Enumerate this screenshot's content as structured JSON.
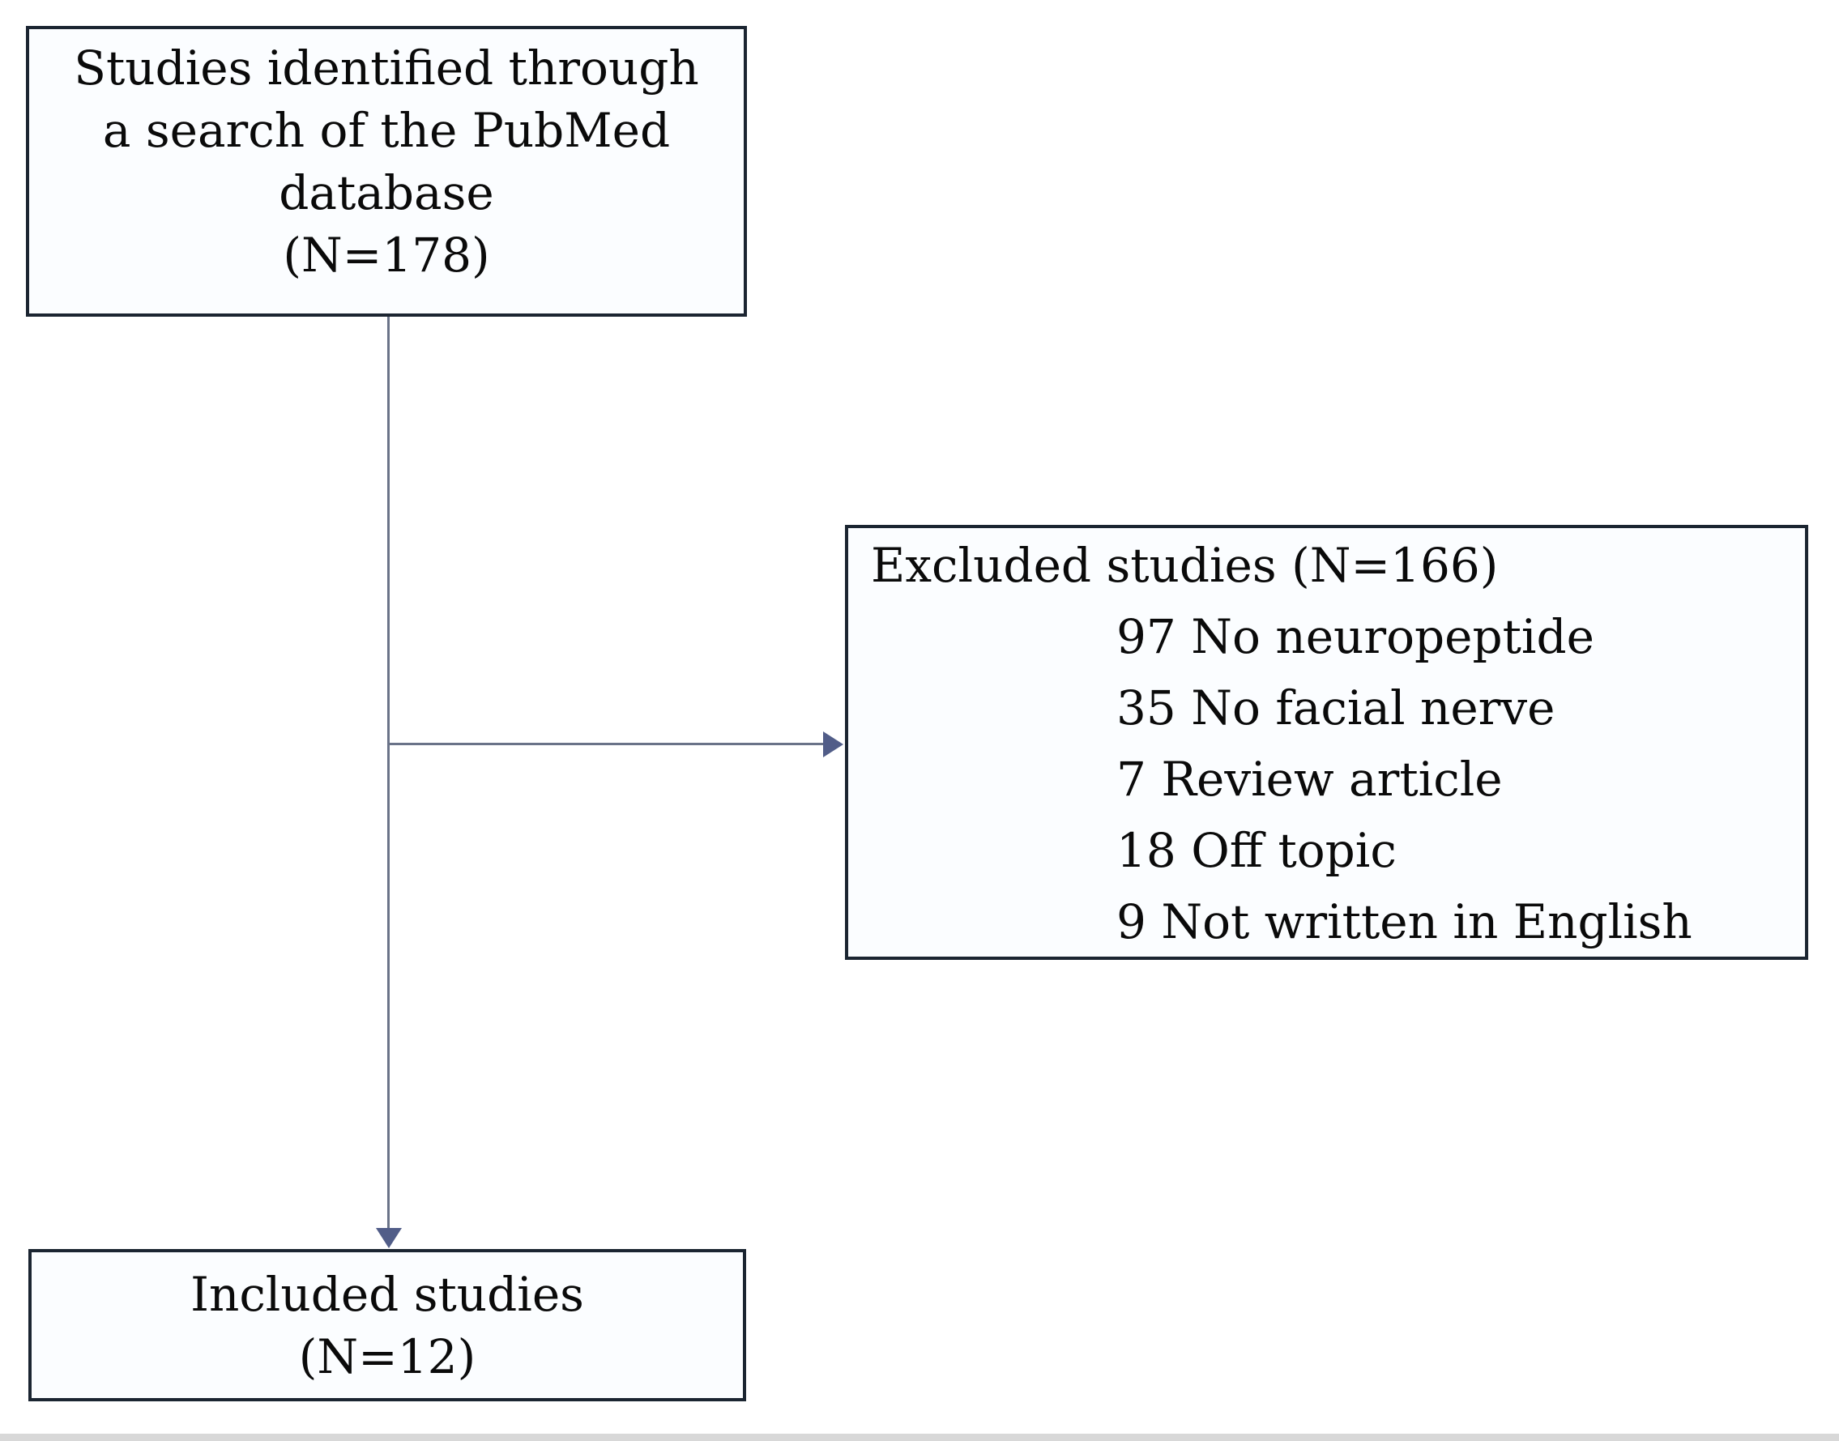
{
  "diagram": {
    "type": "study-selection-flowchart",
    "source_database": "PubMed"
  },
  "boxes": {
    "identified": {
      "lines": [
        "Studies identified through",
        "a search of the PubMed",
        "database",
        "(N=178)"
      ],
      "total": 178
    },
    "excluded": {
      "header": "Excluded studies (N=166)",
      "total": 166,
      "items": [
        {
          "count": "97",
          "reason": "No neuropeptide"
        },
        {
          "count": "35",
          "reason": "No facial nerve"
        },
        {
          "count": "7",
          "reason": "Review article"
        },
        {
          "count": "18",
          "reason": "Off topic"
        },
        {
          "count": "9",
          "reason": "Not written in English"
        }
      ]
    },
    "included": {
      "lines": [
        "Included studies",
        "(N=12)"
      ],
      "total": 12
    }
  },
  "connectors": [
    {
      "from": "identified",
      "to": "included",
      "direction": "down"
    },
    {
      "from": "identified",
      "to": "excluded",
      "direction": "right"
    }
  ],
  "colors": {
    "background": "#ffffff",
    "box_fill": "#fbfdff",
    "box_border": "#1b2531",
    "text": "#0a0a0a",
    "connector": "#6a7388",
    "arrowhead": "#515d88",
    "footer_strip": "#d8d8d8"
  }
}
